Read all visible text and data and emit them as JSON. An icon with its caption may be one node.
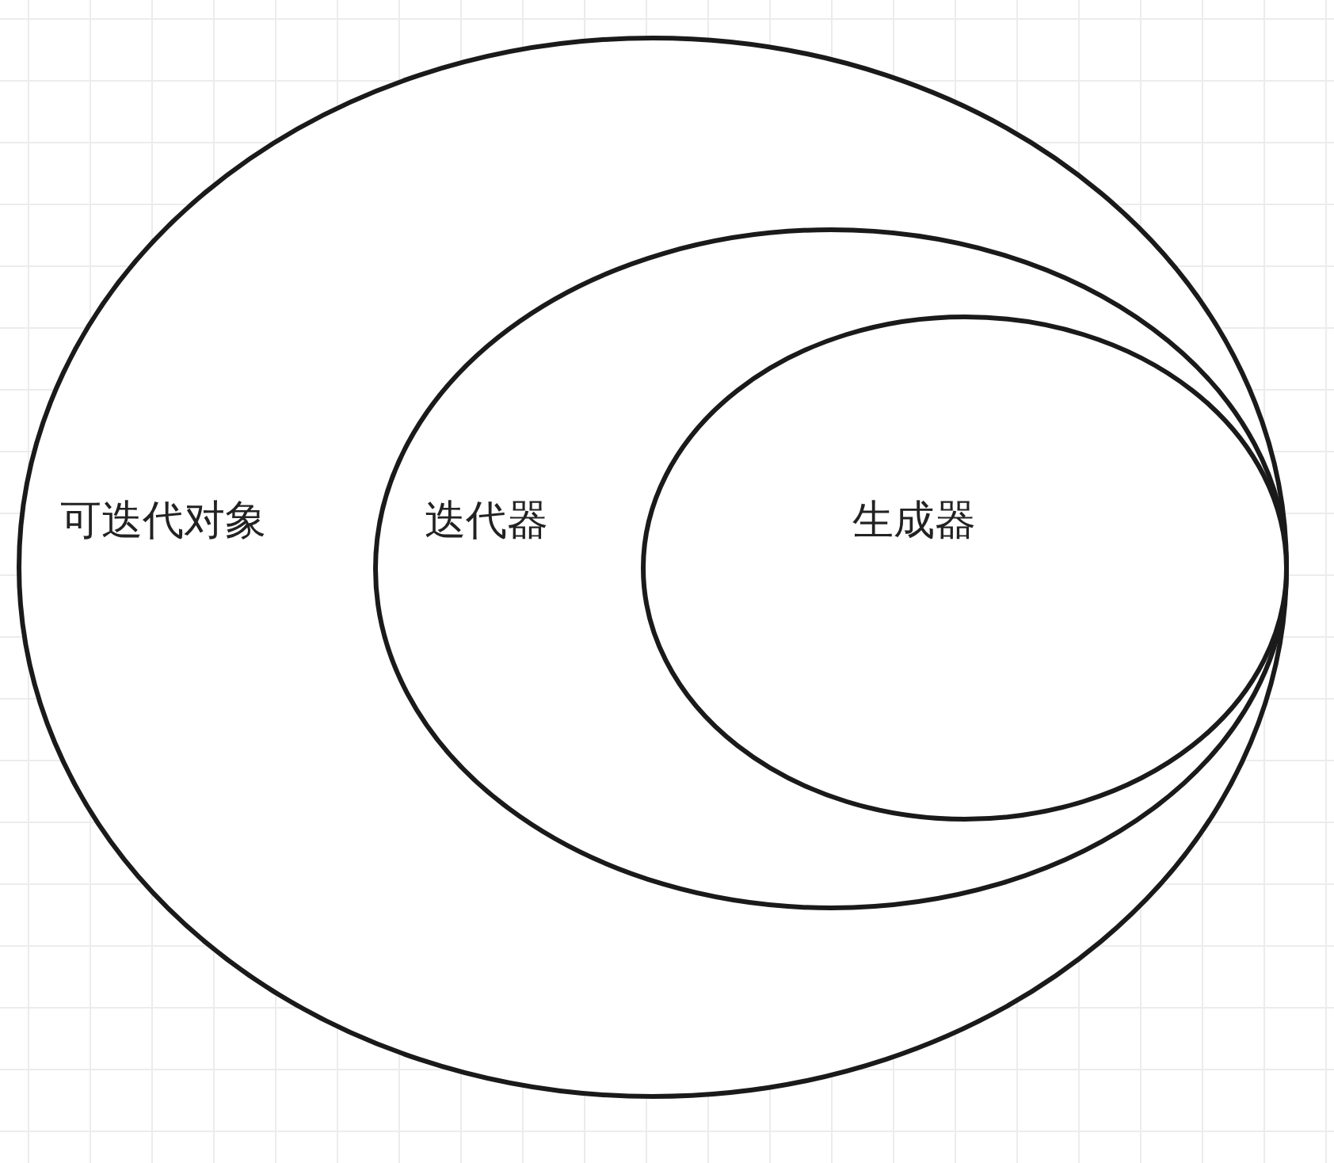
{
  "diagram": {
    "nodes": [
      {
        "text": [
          "可迭代对象"
        ]
      },
      {
        "text": [
          "迭代器"
        ],
        "in": 0
      },
      {
        "text": [
          "生成器"
        ],
        "in": 1
      }
    ]
  }
}
